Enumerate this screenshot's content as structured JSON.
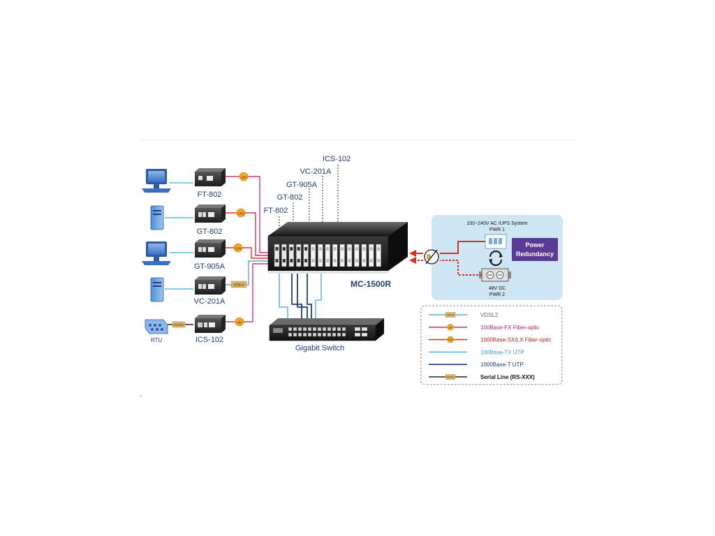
{
  "devices": [
    {
      "name": "FT-802",
      "end_icon": "desktop-pc-icon",
      "link_tag": "100"
    },
    {
      "name": "GT-802",
      "end_icon": "server-tower-icon",
      "link_tag": "1000"
    },
    {
      "name": "GT-905A",
      "end_icon": "desktop-pc-icon",
      "link_tag": "1000"
    },
    {
      "name": "VC-201A",
      "end_icon": "server-tower-icon",
      "link_tag": "VDSL2"
    },
    {
      "name": "ICS-102",
      "end_icon": "rtu-icon",
      "end_label": "RTU",
      "serial_tag": "RS232",
      "link_tag": "100"
    }
  ],
  "chassis": {
    "name": "MC-1500R",
    "module_callouts": [
      "FT-802",
      "GT-802",
      "GT-905A",
      "VC-201A",
      "ICS-102"
    ]
  },
  "switch": {
    "name": "Gigabit Switch"
  },
  "power": {
    "pwr1_line1": "100~240V AC /UPS System",
    "pwr1_line2": "PWR 1",
    "badge_line1": "Power",
    "badge_line2": "Redundancy",
    "pwr2_line1": "48V DC",
    "pwr2_line2": "PWR 2"
  },
  "legend": [
    {
      "label": "VDSL2",
      "color": "#5aa7d6",
      "tag": "VDSL2",
      "tag_color": "#d9b66b",
      "text_color": "#6b6b6b"
    },
    {
      "label": "100Base-FX Fiber-optic",
      "color": "#c8397f",
      "tag": "100",
      "tag_color": "#f5a623",
      "text_color": "#b0246a"
    },
    {
      "label": "1000Base-SX/LX Fiber-optic",
      "color": "#e0312a",
      "tag": "1000",
      "tag_color": "#f5a623",
      "text_color": "#b22222"
    },
    {
      "label": "100Base-TX UTP",
      "color": "#5bb8e6",
      "tag": "",
      "tag_color": "",
      "text_color": "#3a9ad9"
    },
    {
      "label": "1000Base-T UTP",
      "color": "#1f3d7a",
      "tag": "",
      "tag_color": "",
      "text_color": "#1f3d7a"
    },
    {
      "label": "Serial Line (RS-XXX)",
      "color": "#222222",
      "tag": "RS232",
      "tag_color": "#d9b66b",
      "text_color": "#111111"
    }
  ],
  "colors": {
    "vdsl": "#5aa7d6",
    "fx_fiber": "#c8397f",
    "sx_fiber": "#e0312a",
    "tx_utp": "#5bb8e6",
    "t_utp": "#1f3d7a",
    "serial": "#222222",
    "power_panel": "#cfe6f5",
    "power_badge": "#5b3a96",
    "label_text": "#1f3d73"
  }
}
